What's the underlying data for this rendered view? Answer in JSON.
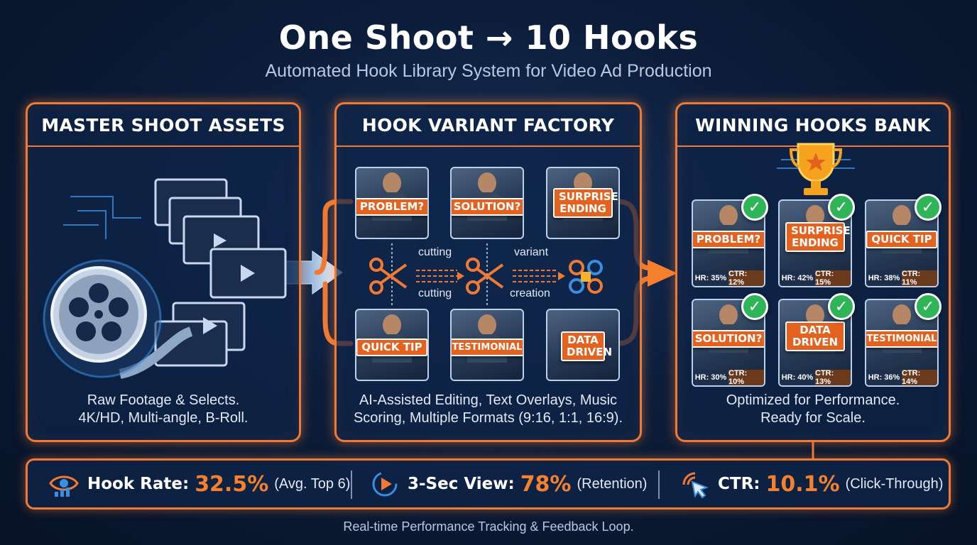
{
  "header": {
    "title": "One Shoot → 10 Hooks",
    "subtitle": "Automated Hook Library System for Video Ad Production"
  },
  "panels": {
    "assets": {
      "title": "MASTER SHOOT ASSETS",
      "line1": "Raw Footage & Selects.",
      "line2": "4K/HD, Multi-angle, B-Roll."
    },
    "factory": {
      "title": "HOOK VARIANT FACTORY",
      "line1": "AI-Assisted Editing, Text Overlays, Music",
      "line2": "Scoring, Multiple Formats (9:16, 1:1, 16:9).",
      "top_row": [
        "PROBLEM?",
        "SOLUTION?",
        "SURPRISE ENDING"
      ],
      "bottom_row": [
        "QUICK TIP",
        "TESTIMONIAL",
        "DATA DRIVEN"
      ],
      "process": {
        "cutting_top": "cutting",
        "cutting_bottom": "cutting",
        "variant": "variant",
        "creation": "creation"
      }
    },
    "bank": {
      "title": "WINNING HOOKS BANK",
      "line1": "Optimized for Performance.",
      "line2": "Ready for Scale.",
      "hooks": [
        {
          "label": "PROBLEM?",
          "hr": "HR: 35%",
          "ctr": "CTR: 12%"
        },
        {
          "label": "SURPRISE ENDING",
          "hr": "HR: 42%",
          "ctr": "CTR: 15%"
        },
        {
          "label": "QUICK TIP",
          "hr": "HR: 38%",
          "ctr": "CTR: 11%"
        },
        {
          "label": "SOLUTION?",
          "hr": "HR: 30%",
          "ctr": "CTR: 10%"
        },
        {
          "label": "DATA DRIVEN",
          "hr": "HR: 40%",
          "ctr": "CTR: 13%"
        },
        {
          "label": "TESTIMONIAL",
          "hr": "HR: 36%",
          "ctr": "CTR: 14%"
        }
      ]
    }
  },
  "metrics": {
    "hook_rate": {
      "label": "Hook Rate:",
      "value": "32.5%",
      "note": "(Avg. Top 6)"
    },
    "view": {
      "label": "3-Sec View:",
      "value": "78%",
      "note": "(Retention)"
    },
    "ctr": {
      "label": "CTR:",
      "value": "10.1%",
      "note": "(Click-Through)"
    }
  },
  "footer": "Real-time Performance Tracking & Feedback Loop.",
  "colors": {
    "accent": "#f07a33",
    "tag": "#e4621f",
    "check": "#2fb457",
    "background": "#0c1d3a"
  }
}
